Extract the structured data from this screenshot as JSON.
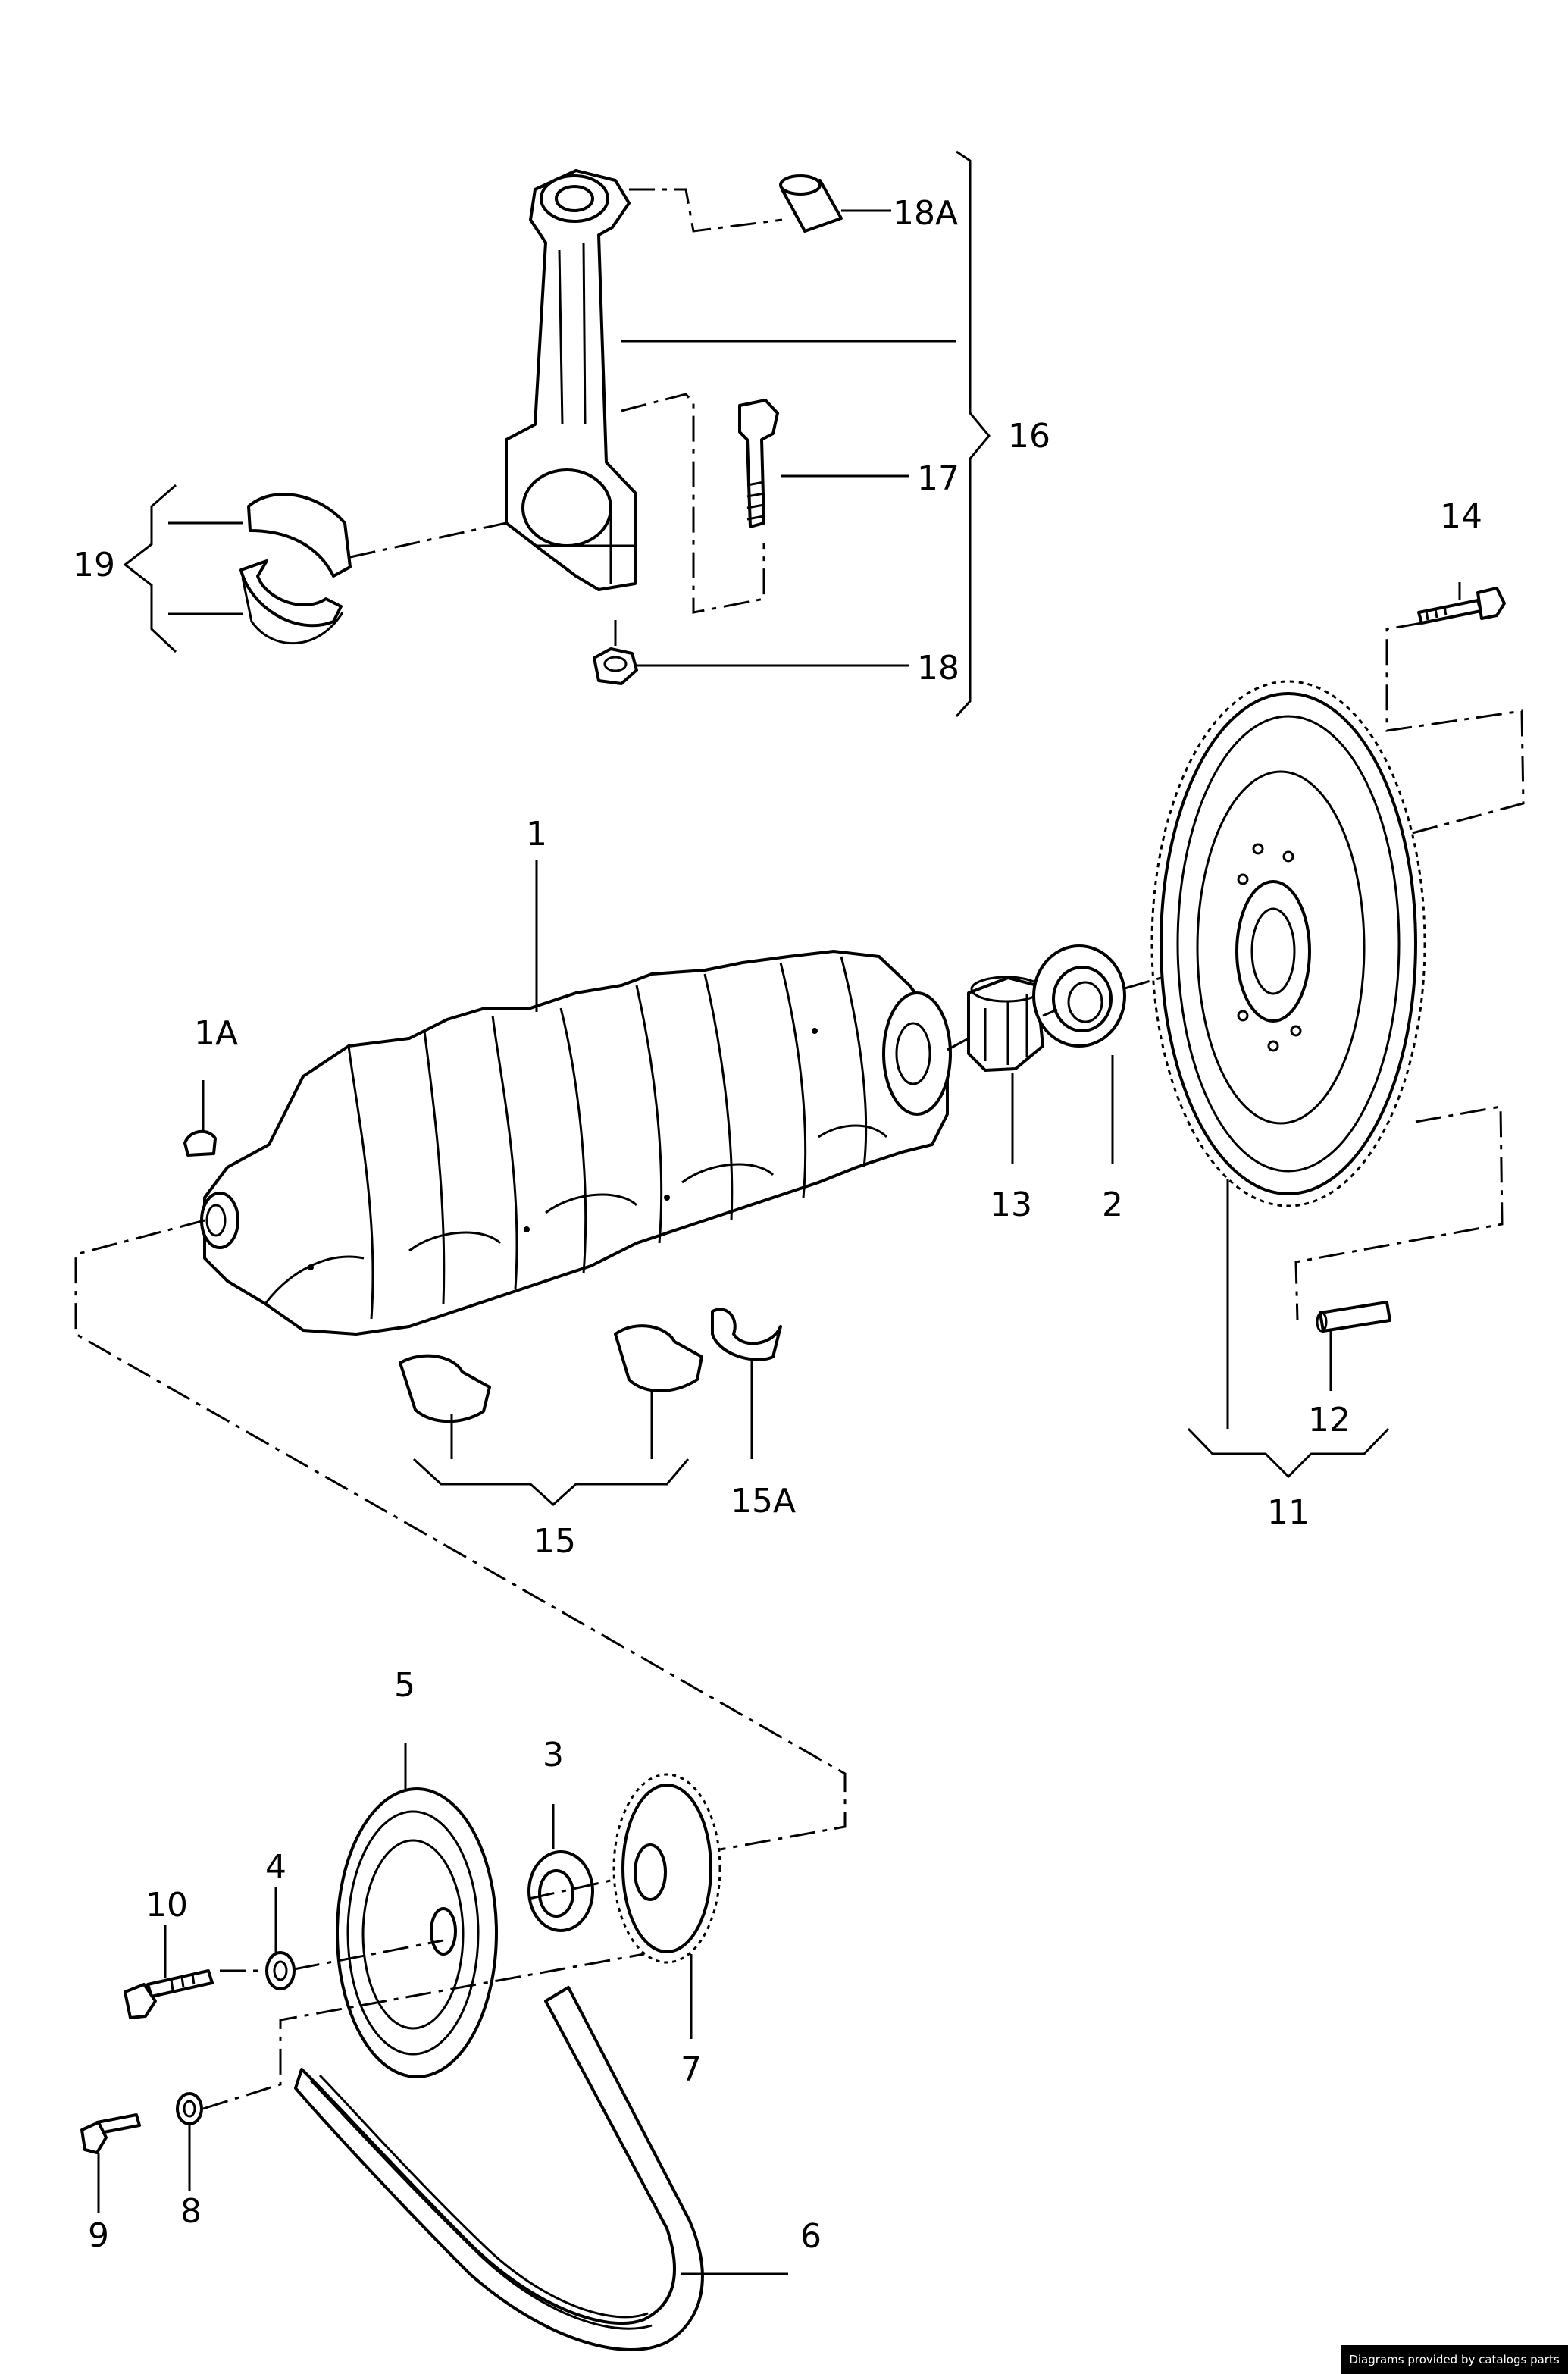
{
  "callouts": {
    "c1": "1",
    "c1A": "1A",
    "c2": "2",
    "c3": "3",
    "c4": "4",
    "c5": "5",
    "c6": "6",
    "c7": "7",
    "c8": "8",
    "c9": "9",
    "c10": "10",
    "c11": "11",
    "c12": "12",
    "c13": "13",
    "c14": "14",
    "c15": "15",
    "c15A": "15A",
    "c16": "16",
    "c17": "17",
    "c18": "18",
    "c18A": "18A",
    "c19": "19"
  },
  "footer": {
    "credit": "Diagrams provided by catalogs parts"
  }
}
